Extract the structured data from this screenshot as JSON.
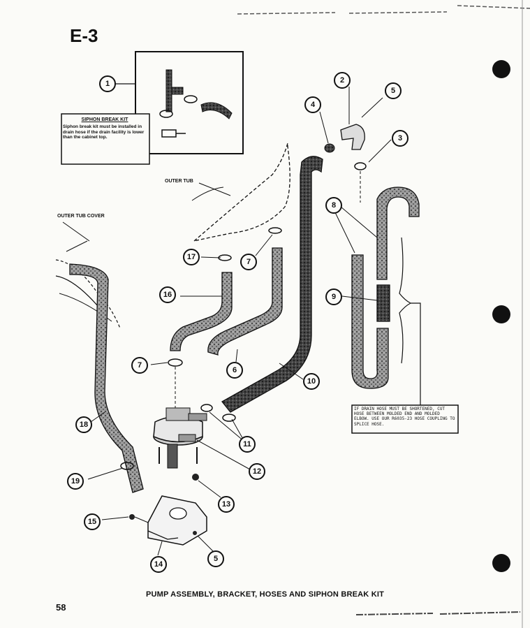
{
  "page": {
    "section_code": "E-3",
    "page_number": "58",
    "caption": "PUMP ASSEMBLY, BRACKET, HOSES AND SIPHON BREAK KIT"
  },
  "labels": {
    "outer_tub": "OUTER TUB",
    "outer_tub_cover": "OUTER TUB COVER"
  },
  "siphon_kit_note": {
    "title": "SIPHON BREAK KIT",
    "text": "Siphon break kit must be installed in drain hose if the drain facility is lower than the cabinet top."
  },
  "shorten_note": "IF DRAIN HOSE MUST BE SHORTENED, CUT HOSE BETWEEN MOLDED END AND MOLDED ELBOW. USE OUR R6035-23 HOSE COUPLING TO SPLICE HOSE.",
  "callouts": [
    {
      "id": "c1",
      "num": "1"
    },
    {
      "id": "c2",
      "num": "2"
    },
    {
      "id": "c3",
      "num": "3"
    },
    {
      "id": "c4",
      "num": "4"
    },
    {
      "id": "c5a",
      "num": "5"
    },
    {
      "id": "c8",
      "num": "8"
    },
    {
      "id": "c9",
      "num": "9"
    },
    {
      "id": "c17",
      "num": "17"
    },
    {
      "id": "c7a",
      "num": "7"
    },
    {
      "id": "c16",
      "num": "16"
    },
    {
      "id": "c7b",
      "num": "7"
    },
    {
      "id": "c6",
      "num": "6"
    },
    {
      "id": "c10",
      "num": "10"
    },
    {
      "id": "c18",
      "num": "18"
    },
    {
      "id": "c11",
      "num": "11"
    },
    {
      "id": "c12",
      "num": "12"
    },
    {
      "id": "c19",
      "num": "19"
    },
    {
      "id": "c13",
      "num": "13"
    },
    {
      "id": "c15",
      "num": "15"
    },
    {
      "id": "c14",
      "num": "14"
    },
    {
      "id": "c5b",
      "num": "5"
    }
  ]
}
